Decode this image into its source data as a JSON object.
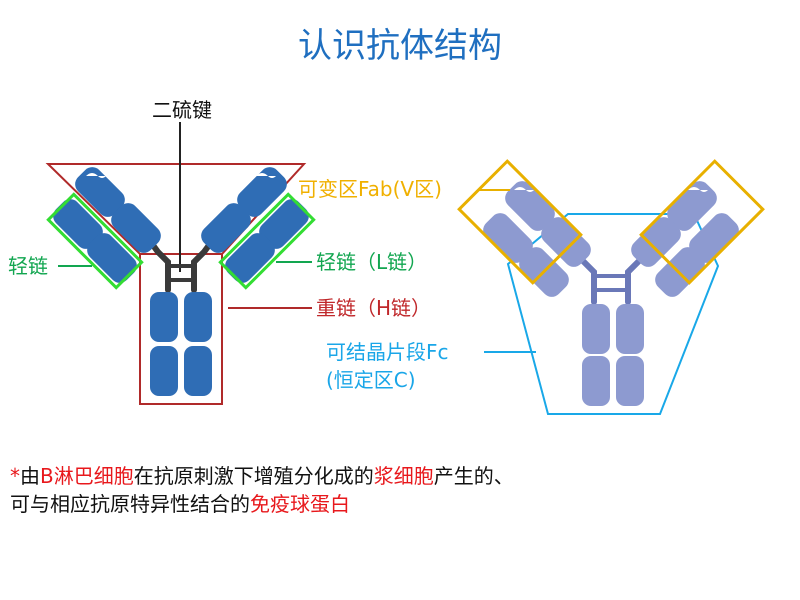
{
  "title": "认识抗体结构",
  "labels": {
    "disulfide": "二硫键",
    "light_chain_left": "轻链",
    "light_chain_right": "轻链（L链）",
    "heavy_chain": "重链（H链）",
    "fab": "可变区Fab(V区)",
    "fc_line1": "可结晶片段Fc",
    "fc_line2": "(恒定区C)"
  },
  "footnote": {
    "line1": [
      {
        "text": "*",
        "style": "red"
      },
      {
        "text": "由",
        "style": "normal"
      },
      {
        "text": "B淋巴细胞",
        "style": "red"
      },
      {
        "text": "在抗原刺激下增殖分化成的",
        "style": "normal"
      },
      {
        "text": "浆细胞",
        "style": "red"
      },
      {
        "text": "产生的、",
        "style": "normal"
      }
    ],
    "line2": [
      {
        "text": "可与相应抗原特异性结合的",
        "style": "normal"
      },
      {
        "text": "免疫球蛋白",
        "style": "red"
      }
    ]
  },
  "colors": {
    "title": "#1f6fc0",
    "domain_dark": "#2f6db5",
    "domain_light": "#8d9ad0",
    "hinge_dark": "#3a3a3a",
    "hinge_light": "#6a78b8",
    "light_chain_box": "#33dd33",
    "heavy_chain_box": "#b02a2a",
    "fab_box": "#e8b000",
    "fc_box": "#19a8e8",
    "emphasis": "#e8181c"
  }
}
